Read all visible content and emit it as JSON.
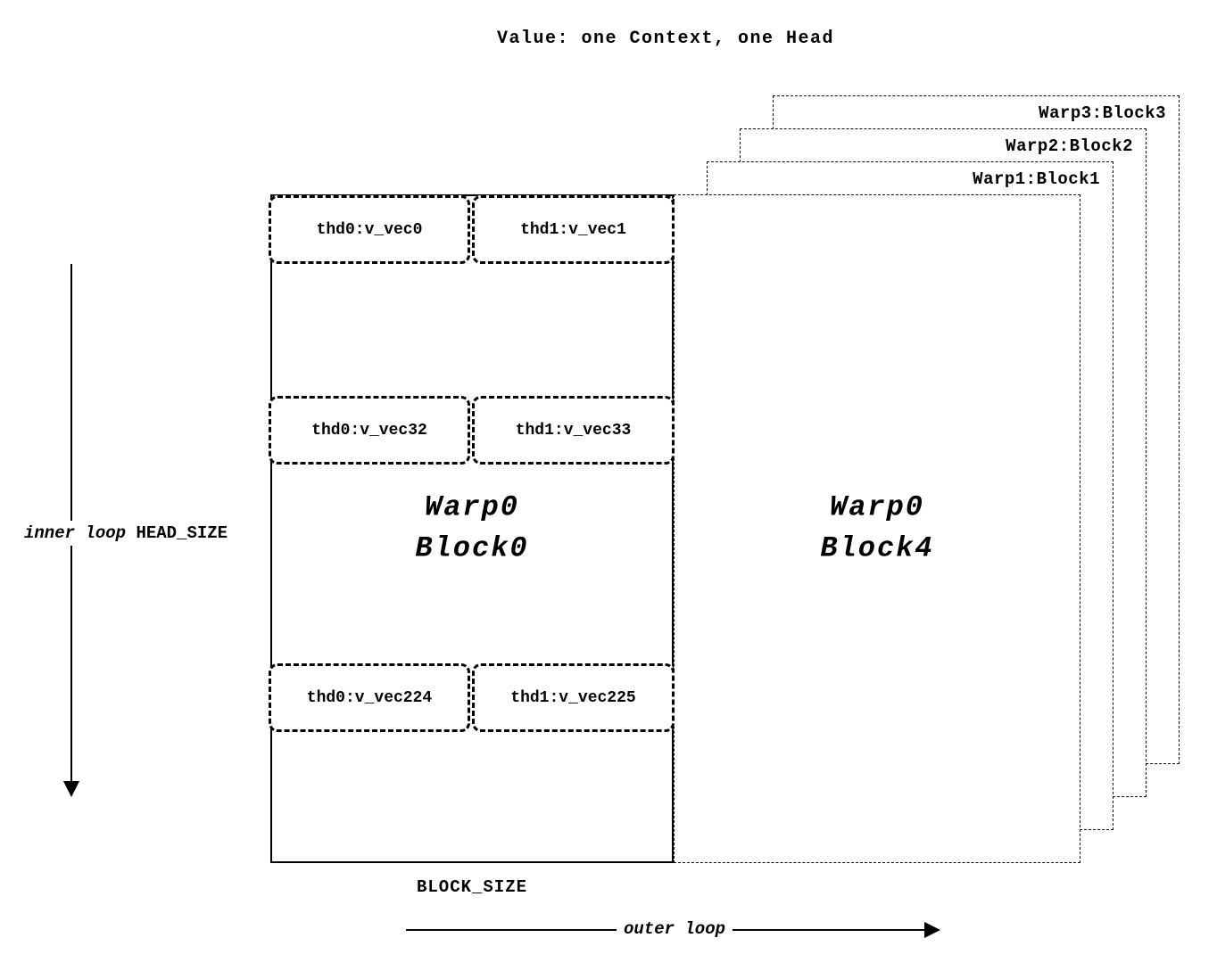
{
  "title": "Value: one Context, one Head",
  "colors": {
    "ink": "#000000",
    "background": "#ffffff"
  },
  "axes": {
    "inner_loop": "inner loop",
    "head_size": "HEAD_SIZE",
    "block_size": "BLOCK_SIZE",
    "outer_loop": "outer loop"
  },
  "block0": {
    "name_line1": "Warp0",
    "name_line2": "Block0",
    "rows": [
      {
        "cells": [
          {
            "label": "thd0:v_vec0"
          },
          {
            "label": "thd1:v_vec1"
          }
        ]
      },
      {
        "cells": [
          {
            "label": "thd0:v_vec32"
          },
          {
            "label": "thd1:v_vec33"
          }
        ]
      },
      {
        "cells": [
          {
            "label": "thd0:v_vec224"
          },
          {
            "label": "thd1:v_vec225"
          }
        ]
      }
    ]
  },
  "block4": {
    "name_line1": "Warp0",
    "name_line2": "Block4"
  },
  "background_blocks": [
    {
      "label": "Warp1:Block1"
    },
    {
      "label": "Warp2:Block2"
    },
    {
      "label": "Warp3:Block3"
    }
  ]
}
